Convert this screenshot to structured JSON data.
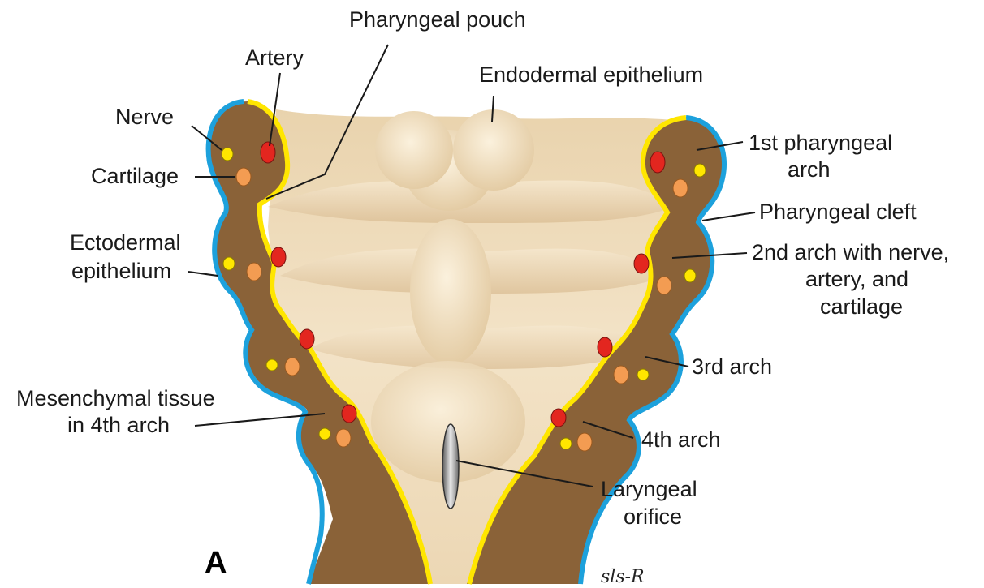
{
  "figure": {
    "panel_letter": "A",
    "signature": "sls-R",
    "colors": {
      "mesenchyme": "#8a6238",
      "ectoderm": "#1da1dc",
      "endoderm": "#ffe600",
      "pharynx_floor": "#f0dcbc",
      "artery": "#e3261f",
      "nerve": "#ffe600",
      "cartilage": "#f39c52"
    },
    "labels": {
      "pharyngeal_pouch": "Pharyngeal pouch",
      "artery": "Artery",
      "endodermal_epithelium": "Endodermal epithelium",
      "nerve": "Nerve",
      "cartilage": "Cartilage",
      "ectodermal_epithelium_1": "Ectodermal",
      "ectodermal_epithelium_2": "epithelium",
      "mesenchymal_1": "Mesenchymal tissue",
      "mesenchymal_2": "in 4th arch",
      "first_arch_1": "1st pharyngeal",
      "first_arch_2": "arch",
      "pharyngeal_cleft": "Pharyngeal cleft",
      "second_arch_1": "2nd arch with nerve,",
      "second_arch_2": "artery, and",
      "second_arch_3": "cartilage",
      "third_arch": "3rd arch",
      "fourth_arch": "4th arch",
      "laryngeal_1": "Laryngeal",
      "laryngeal_2": "orifice"
    }
  }
}
